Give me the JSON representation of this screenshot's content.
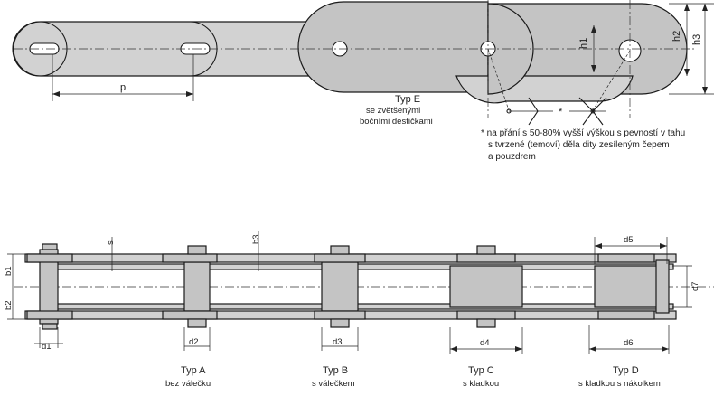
{
  "top_view": {
    "pitch_label": "p",
    "h1_label": "h1",
    "h2_label": "h2",
    "h3_label": "h3",
    "type_e_title": "Typ E",
    "type_e_line1": "se zvětšenými",
    "type_e_line2": "bočními destičkami",
    "note_star": "*",
    "note_line1": "* na přání s 50-80% vyšší výškou s pevností v tahu",
    "note_line2": "s tvrzené (temoví) děla dity zesíleným čepem",
    "note_line3": "a pouzdrem"
  },
  "bottom_view": {
    "s_label": "s",
    "d1_label": "d1",
    "d2_label": "d2",
    "d3_label": "d3",
    "d4_label": "d4",
    "d5_label": "d5",
    "d6_label": "d6",
    "d7_label": "d7",
    "b1_label": "b1",
    "b2_label": "b2",
    "b3_label": "b3",
    "type_a_title": "Typ A",
    "type_a_sub": "bez válečku",
    "type_b_title": "Typ B",
    "type_b_sub": "s válečkem",
    "type_c_title": "Typ C",
    "type_c_sub": "s kladkou",
    "type_d_title": "Typ D",
    "type_d_sub": "s kladkou s nákolkem"
  }
}
